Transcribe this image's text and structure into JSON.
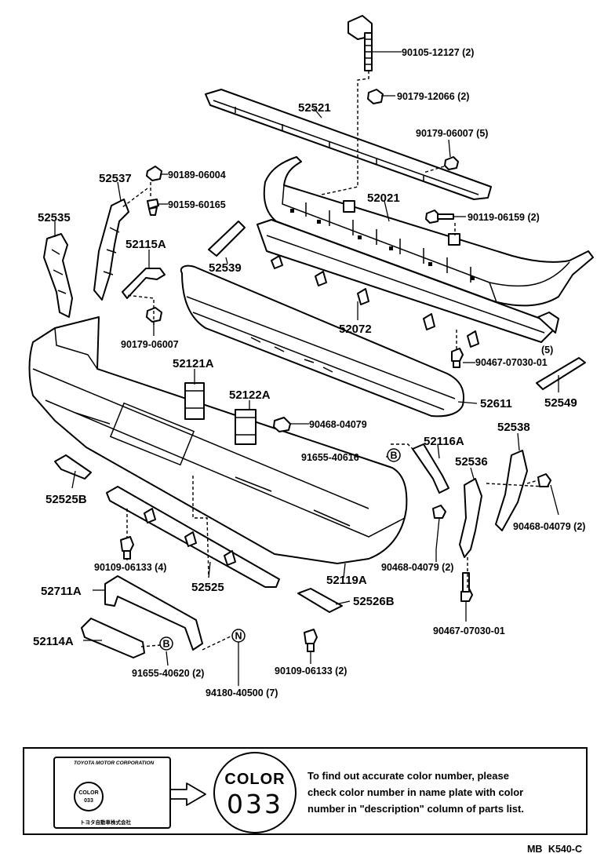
{
  "labels": {
    "p1": "90105-12127 (2)",
    "p2": "90179-12066 (2)",
    "p3": "52521",
    "p4": "90179-06007 (5)",
    "p5": "52537",
    "p6": "90189-06004",
    "p7": "90159-60165",
    "p8": "52021",
    "p9": "90119-06159 (2)",
    "p10": "52535",
    "p11": "52115A",
    "p12": "52539",
    "p13": "52072",
    "p14": "90179-06007",
    "p15": "(5)",
    "p16": "90467-07030-01",
    "p17": "52121A",
    "p18": "52122A",
    "p19": "52611",
    "p20": "52549",
    "p21": "90468-04079",
    "p22": "52116A",
    "p23": "52538",
    "p24": "91655-40616",
    "p25": "52536",
    "p26": "52525B",
    "p27": "90468-04079 (2)",
    "p28": "90109-06133 (4)",
    "p29": "90468-04079 (2)",
    "p30": "52711A",
    "p31": "52525",
    "p32": "52119A",
    "p33": "52526B",
    "p34": "90467-07030-01",
    "p35": "52114A",
    "p36": "91655-40620 (2)",
    "p37": "90109-06133 (2)",
    "p38": "94180-40500 (7)"
  },
  "markers": {
    "b1": "B",
    "b2": "B",
    "n1": "N"
  },
  "note": {
    "plate_title": "TOYOTA MOTOR CORPORATION",
    "plate_color_word": "COLOR",
    "plate_color_code": "033",
    "plate_footer": "トヨタ自動車株式会社",
    "circle_word": "COLOR",
    "circle_code": "033",
    "line1": "To find out accurate color number, please",
    "line2": "check color number in name plate with color",
    "line3": "number in \"description\" column of parts list."
  },
  "reference": "MB  K540-C"
}
